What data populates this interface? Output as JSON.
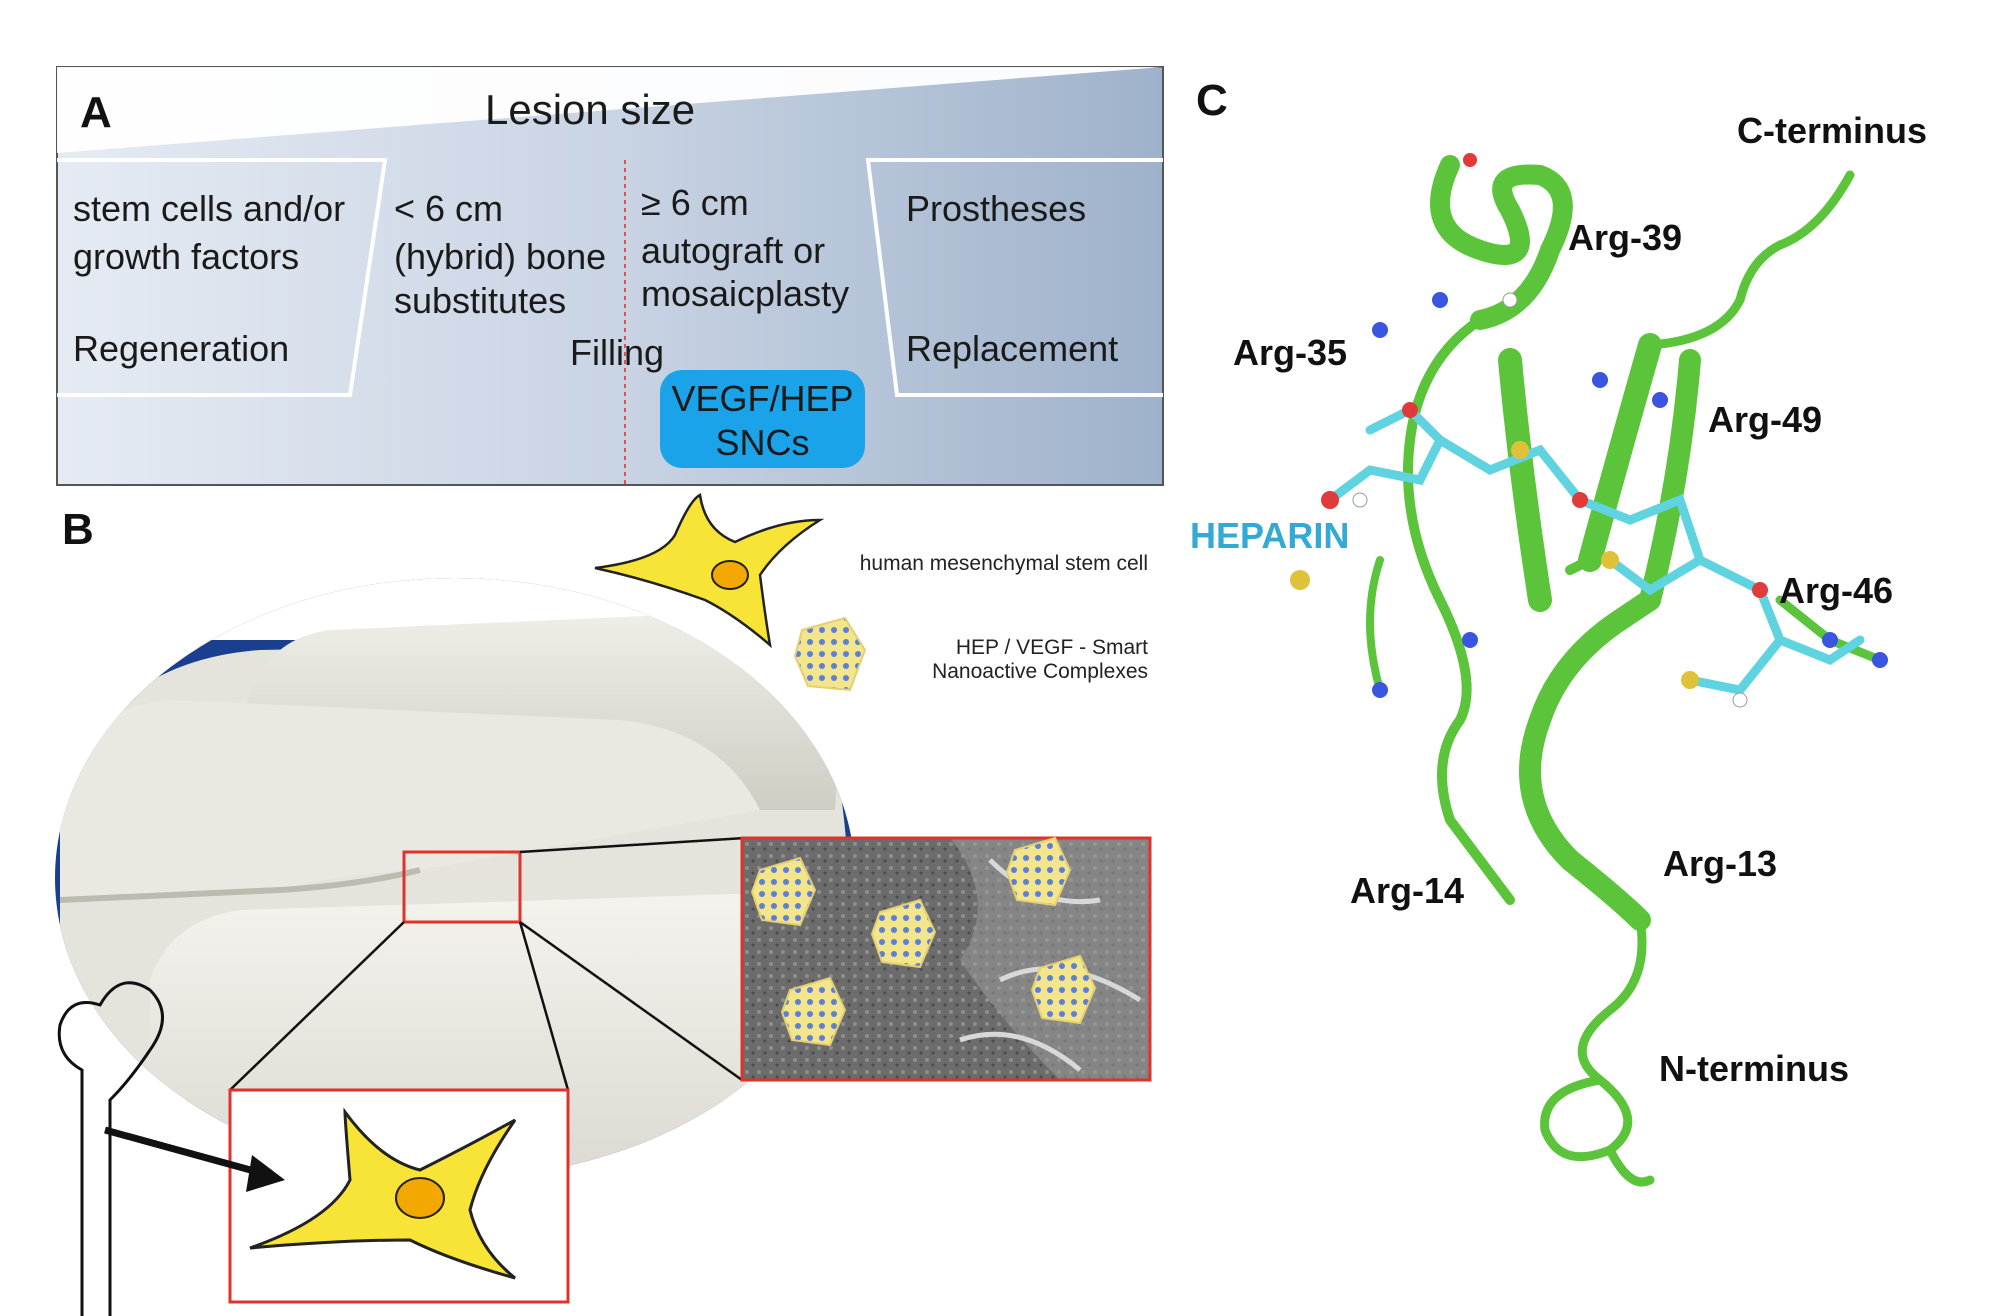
{
  "panel_a": {
    "letter": "A",
    "header": "Lesion size",
    "columns": [
      {
        "lines": [
          "stem cells and/or",
          "growth factors"
        ],
        "strategy": "Regeneration"
      },
      {
        "lines": [
          "< 6 cm",
          "(hybrid) bone",
          "substitutes"
        ],
        "strategy": ""
      },
      {
        "lines": [
          "≥ 6 cm",
          "autograft or",
          "mosaicplasty"
        ],
        "strategy": ""
      },
      {
        "lines": [
          "Prostheses"
        ],
        "strategy": "Replacement"
      }
    ],
    "filling_label": "Filling",
    "badge": [
      "VEGF/HEP",
      "SNCs"
    ],
    "colors": {
      "background": "#b4c3d8",
      "badge": "#1aa3e8"
    }
  },
  "panel_b": {
    "letter": "B",
    "legend": [
      {
        "icon": "stem-cell-icon",
        "text": [
          "human mesenchymal stem cell"
        ]
      },
      {
        "icon": "nanocomplex-icon",
        "text": [
          "HEP / VEGF - Smart",
          "Nanoactive Complexes"
        ]
      }
    ],
    "colors": {
      "cell": "#f7e436",
      "nucleus": "#f2a800",
      "zoom_frame": "#e0312b",
      "scaffold_bg": "#1a3f8f"
    }
  },
  "panel_c": {
    "letter": "C",
    "labels": {
      "c_terminus": "C-terminus",
      "n_terminus": "N-terminus",
      "heparin": "HEPARIN",
      "arg39": "Arg-39",
      "arg35": "Arg-35",
      "arg49": "Arg-49",
      "arg46": "Arg-46",
      "arg13": "Arg-13",
      "arg14": "Arg-14"
    },
    "colors": {
      "protein": "#5cc43a",
      "heparin": "#33a9d6",
      "heparin_stick": "#5fd3df"
    }
  }
}
